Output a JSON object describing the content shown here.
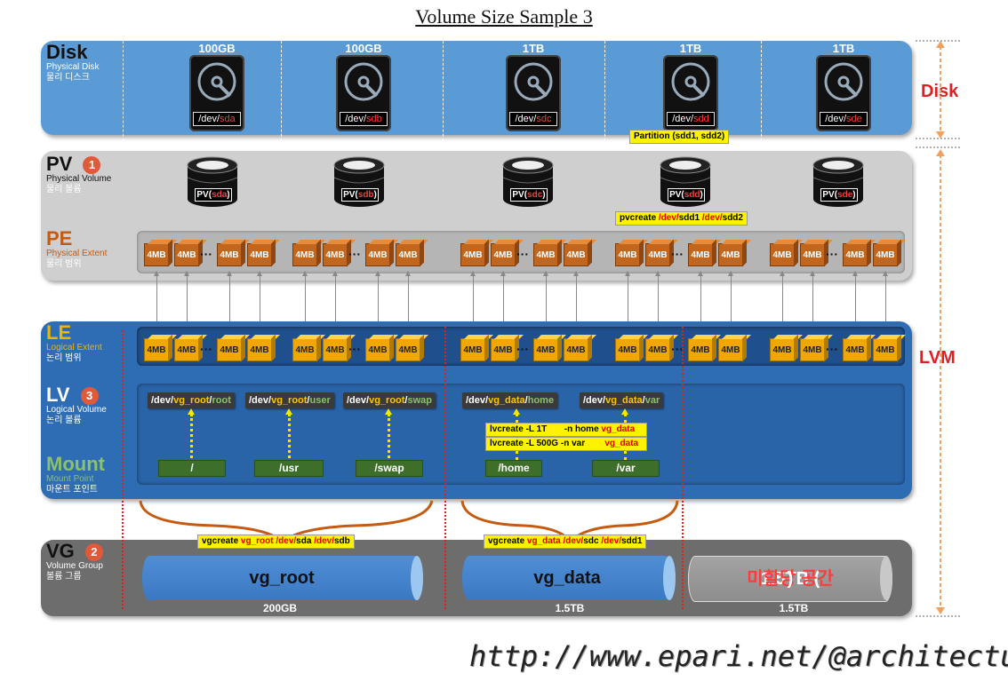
{
  "title": "Volume Size Sample 3",
  "disk": {
    "title": "Disk",
    "sub1": "Physical Disk",
    "sub2": "물리 디스크",
    "side_label": "Disk",
    "items": [
      {
        "size": "100GB",
        "prefix": "/dev/",
        "dev": "sda"
      },
      {
        "size": "100GB",
        "prefix": "/dev/",
        "dev": "sdb"
      },
      {
        "size": "1TB",
        "prefix": "/dev/",
        "dev": "sdc"
      },
      {
        "size": "1TB",
        "prefix": "/dev/",
        "dev": "sdd"
      },
      {
        "size": "1TB",
        "prefix": "/dev/",
        "dev": "sde"
      }
    ],
    "partition_note": "Partition (sdd1, sdd2)"
  },
  "pv": {
    "title": "PV",
    "badge": "1",
    "sub1": "Physical Volume",
    "sub2": "물리 볼륨",
    "items": [
      {
        "prefix": "PV(",
        "dev": "sda",
        "suffix": ")"
      },
      {
        "prefix": "PV(",
        "dev": "sdb",
        "suffix": ")"
      },
      {
        "prefix": "PV(",
        "dev": "sdc",
        "suffix": ")"
      },
      {
        "prefix": "PV(",
        "dev": "sdd",
        "suffix": ")"
      },
      {
        "prefix": "PV(",
        "dev": "sde",
        "suffix": ")"
      }
    ],
    "note": {
      "cmd": "pvcreate",
      "a": "/dev/",
      "b": "sdd1",
      "c": "/dev/",
      "d": "sdd2"
    }
  },
  "pe": {
    "title": "PE",
    "sub1": "Physical Extent",
    "sub2": "물리 범위",
    "cube_label": "4MB",
    "dots": "···"
  },
  "le": {
    "title": "LE",
    "sub1": "Logical Extent",
    "sub2": "논리 범위",
    "cube_label": "4MB",
    "dots": "···"
  },
  "lvm_label": "LVM",
  "lv": {
    "title": "LV",
    "badge": "3",
    "sub1": "Logical Volume",
    "sub2": "논리 볼륨",
    "paths": [
      {
        "p1": "/dev/",
        "vg": "vg_root",
        "sep": "/",
        "lv": "root"
      },
      {
        "p1": "/dev/",
        "vg": "vg_root",
        "sep": "/",
        "lv": "user"
      },
      {
        "p1": "/dev/",
        "vg": "vg_root",
        "sep": "/",
        "lv": "swap"
      },
      {
        "p1": "/dev/",
        "vg": "vg_data",
        "sep": "/",
        "lv": "home"
      },
      {
        "p1": "/dev/",
        "vg": "vg_data",
        "sep": "/",
        "lv": "var"
      }
    ],
    "cmd1": {
      "a": "lvcreate -L 1T       -n home ",
      "vg": "vg_data"
    },
    "cmd2": {
      "a": "lvcreate -L 500G -n var        ",
      "vg": "vg_data"
    }
  },
  "mount": {
    "title": "Mount",
    "sub1": "Mount Point",
    "sub2": "마운트 포인트",
    "points": [
      "/",
      "/usr",
      "/swap",
      "/home",
      "/var"
    ]
  },
  "vg": {
    "title": "VG",
    "badge": "2",
    "sub1": "Volume Group",
    "sub2": "볼륨 그룹",
    "cmd_root": {
      "cmd": "vgcreate",
      "vg": "vg_root",
      "a": "/dev/",
      "b": "sda",
      "c": "/dev/",
      "d": "sdb"
    },
    "cmd_data": {
      "cmd": "vgcreate",
      "vg": "vg_data",
      "a": "/dev/",
      "b": "sdc",
      "c": "/dev/",
      "d": "sdd1"
    },
    "groups": [
      {
        "name": "vg_root",
        "size": "200GB"
      },
      {
        "name": "vg_data",
        "size": "1.5TB"
      }
    ],
    "unalloc": {
      "prefix": "1.5TB (",
      "text": "미할당 공간",
      "suffix": ")",
      "size": "1.5TB"
    }
  },
  "footer": "http://www.epari.net/@architecture",
  "colors": {
    "disk_band": "#5b9bd5",
    "pv_band": "#cfcfcf",
    "lvm_band": "#2e6db4",
    "vg_band": "#6d6d6d",
    "accent_red": "#e02020",
    "highlight": "#fff200"
  }
}
